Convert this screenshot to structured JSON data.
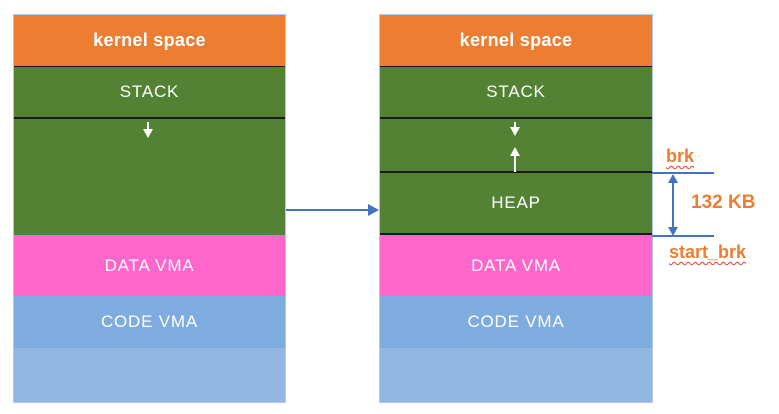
{
  "diagram": {
    "description_colors": {
      "kernel_space": "#ED7D31",
      "stack_heap_green": "#548235",
      "data_vma_pink": "#FF66CC",
      "code_vma_blue": "#7FACDE",
      "bottom_light_blue": "#92B7E2",
      "column_border": "#B4C7E7",
      "connector_blue": "#4472C4",
      "annotation_orange": "#ED7D31",
      "squiggle_red": "#E8392B"
    },
    "left_column": {
      "kernel_label": "kernel space",
      "stack_label": "STACK",
      "data_label": "DATA VMA",
      "code_label": "CODE VMA"
    },
    "right_column": {
      "kernel_label": "kernel space",
      "stack_label": "STACK",
      "heap_label": "HEAP",
      "data_label": "DATA VMA",
      "code_label": "CODE VMA"
    },
    "annotations": {
      "brk_label": "brk",
      "heap_size_label": "132 KB",
      "start_brk_label": "start_brk"
    },
    "icons": {
      "stack_growth": "down-arrow",
      "heap_growth": "up-arrow",
      "state_transition": "right-arrow",
      "heap_size_measure": "vertical-double-arrow"
    }
  }
}
